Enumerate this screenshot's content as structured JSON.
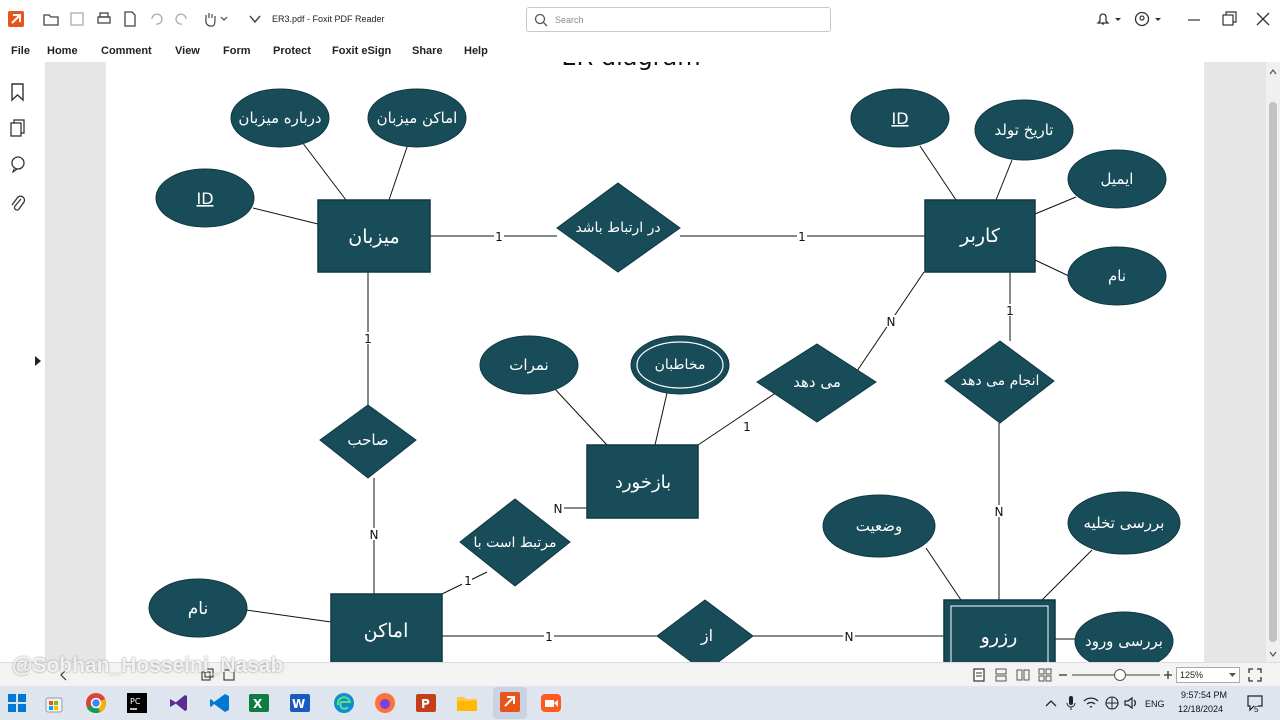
{
  "titlebar": {
    "title": "ER3.pdf - Foxit PDF Reader",
    "search_placeholder": "Search"
  },
  "menu": [
    "File",
    "Home",
    "Comment",
    "View",
    "Form",
    "Protect",
    "Foxit eSign",
    "Share",
    "Help"
  ],
  "diagram": {
    "title_partial": "ER diagram",
    "entities": {
      "host": "میزبان",
      "user": "کاربر",
      "feedback": "بازخورد",
      "places": "اماکن",
      "reserve": "رزرو"
    },
    "relationships": {
      "connected": "در ارتباط باشد",
      "gives": "می دهد",
      "performs": "انجام می دهد",
      "owner": "صاحب",
      "related": "مرتبط است با",
      "of": "از"
    },
    "attributes": {
      "about_host": "درباره میزبان",
      "host_places": "اماکن میزبان",
      "host_id": "ID",
      "user_id": "ID",
      "birth_date": "تاریخ تولد",
      "email": "ایمیل",
      "user_name": "نام",
      "scores": "نمرات",
      "audience": "مخاطبان",
      "status": "وضعیت",
      "checkout": "بررسی تخلیه",
      "place_name": "نام",
      "checkin": "بررسی ورود"
    },
    "cardinalities": {
      "one": "1",
      "many": "N"
    }
  },
  "status": {
    "zoom": "125%"
  },
  "taskbar": {
    "lang": "ENG",
    "time": "9:57:54 PM",
    "date": "12/18/2024",
    "notifications": "5"
  },
  "watermark": "@Sobhan_Hosseini_Nasab",
  "colors": {
    "entity": "#184c59",
    "entity_border": "#0f3842",
    "attr_text": "#ffffff",
    "accent": "#e8541c"
  }
}
